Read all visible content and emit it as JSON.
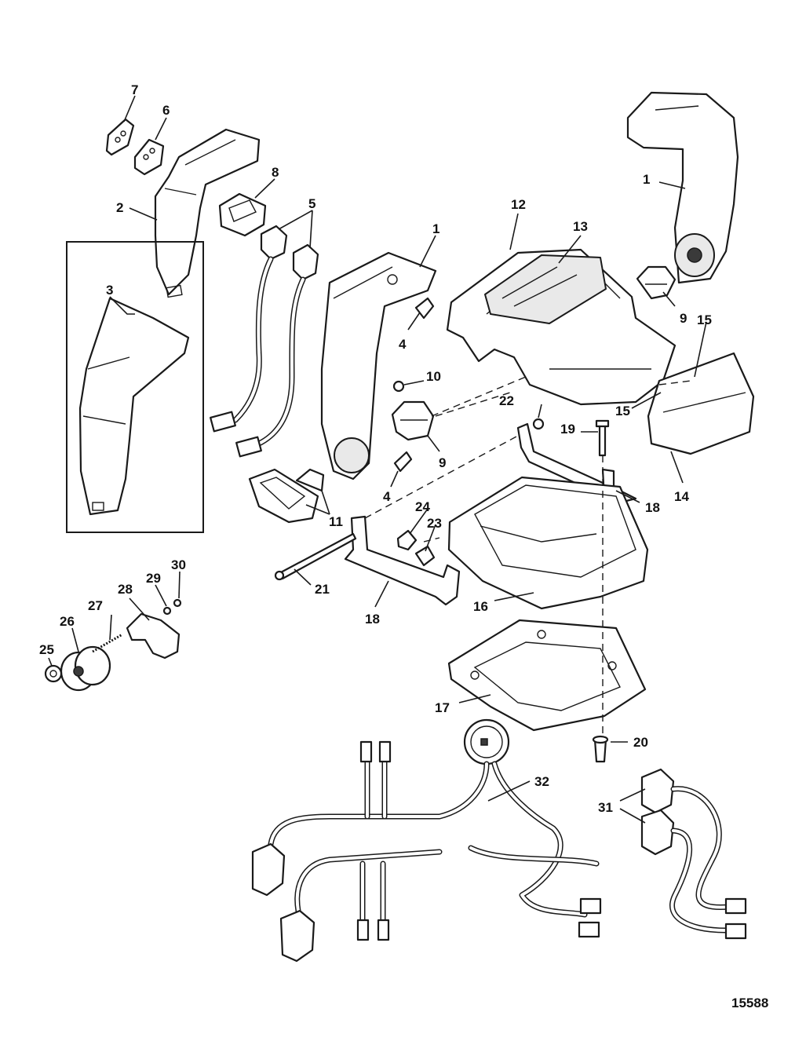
{
  "figure_number": "15588",
  "callouts": {
    "c1a": "1",
    "c1b": "1",
    "c2": "2",
    "c3": "3",
    "c4a": "4",
    "c4b": "4",
    "c5": "5",
    "c6": "6",
    "c7": "7",
    "c8": "8",
    "c9a": "9",
    "c9b": "9",
    "c10": "10",
    "c11": "11",
    "c12": "12",
    "c13": "13",
    "c14": "14",
    "c15a": "15",
    "c15b": "15",
    "c16": "16",
    "c17": "17",
    "c18a": "18",
    "c18b": "18",
    "c19": "19",
    "c20": "20",
    "c21": "21",
    "c22": "22",
    "c23": "23",
    "c24": "24",
    "c25": "25",
    "c26": "26",
    "c27": "27",
    "c28": "28",
    "c29": "29",
    "c30": "30",
    "c31": "31",
    "c32": "32"
  }
}
